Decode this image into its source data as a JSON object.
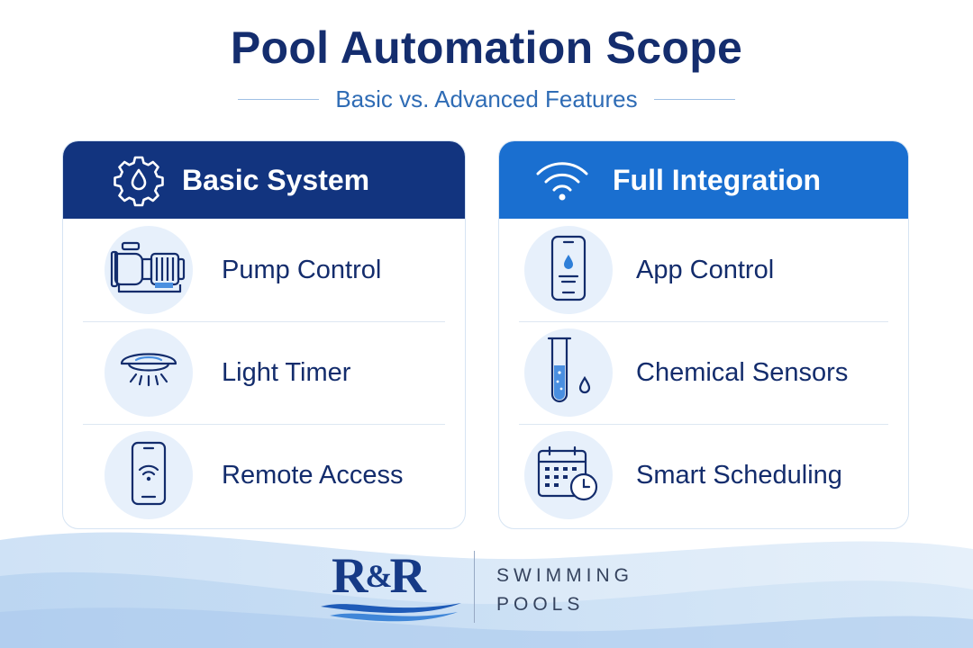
{
  "title": "Pool Automation Scope",
  "subtitle": "Basic vs. Advanced Features",
  "basic": {
    "header": "Basic System",
    "header_icon": "gear-water-drop-icon",
    "color": "#12347f",
    "items": [
      {
        "label": "Pump Control",
        "icon": "pool-pump-icon"
      },
      {
        "label": "Light Timer",
        "icon": "pool-light-icon"
      },
      {
        "label": "Remote Access",
        "icon": "phone-wifi-icon"
      }
    ]
  },
  "full": {
    "header": "Full Integration",
    "header_icon": "wifi-icon",
    "color": "#1a6fd0",
    "items": [
      {
        "label": "App Control",
        "icon": "phone-water-drop-icon"
      },
      {
        "label": "Chemical Sensors",
        "icon": "test-tube-icon"
      },
      {
        "label": "Smart Scheduling",
        "icon": "calendar-clock-icon"
      }
    ]
  },
  "logo": {
    "mark_r1": "R",
    "mark_amp": "&",
    "mark_r2": "R",
    "word1": "SWIMMING",
    "word2": "POOLS"
  }
}
